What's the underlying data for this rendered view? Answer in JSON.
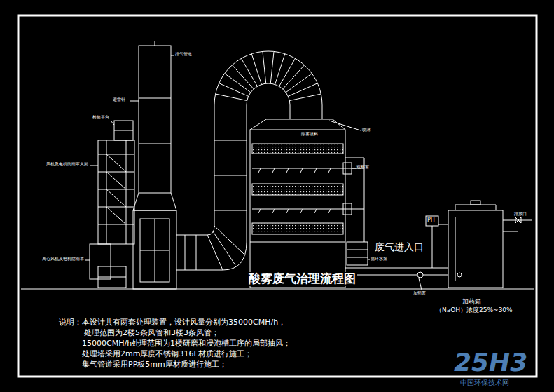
{
  "diagram": {
    "title": "酸雾废气治理流程图",
    "labels": [
      "排气管道",
      "避雷针",
      "检修平台",
      "风机及电机防雨罩支架",
      "离心风机及电机防雨罩",
      "除雾填料",
      "喷淋",
      "观察窗",
      "PH",
      "废气进入口",
      "循环水泵",
      "排放口",
      "加药泵",
      "加药箱",
      "（NaOH）浓度25%~30%",
      "说明：本设计共有两套处理装置，设计风量分别为35000CMH/h，",
      "处理范围为2楼5条风管和3楼3条风管；",
      "15000CMH/h处理范围为1楼研磨和浸泡槽工序的局部抽风；",
      "处理塔采用2mm厚度不锈钢316L材质进行施工；",
      "集气管道采用PP板5mm厚材质进行施工；",
      "25H3",
      "中国环保技术网"
    ]
  }
}
